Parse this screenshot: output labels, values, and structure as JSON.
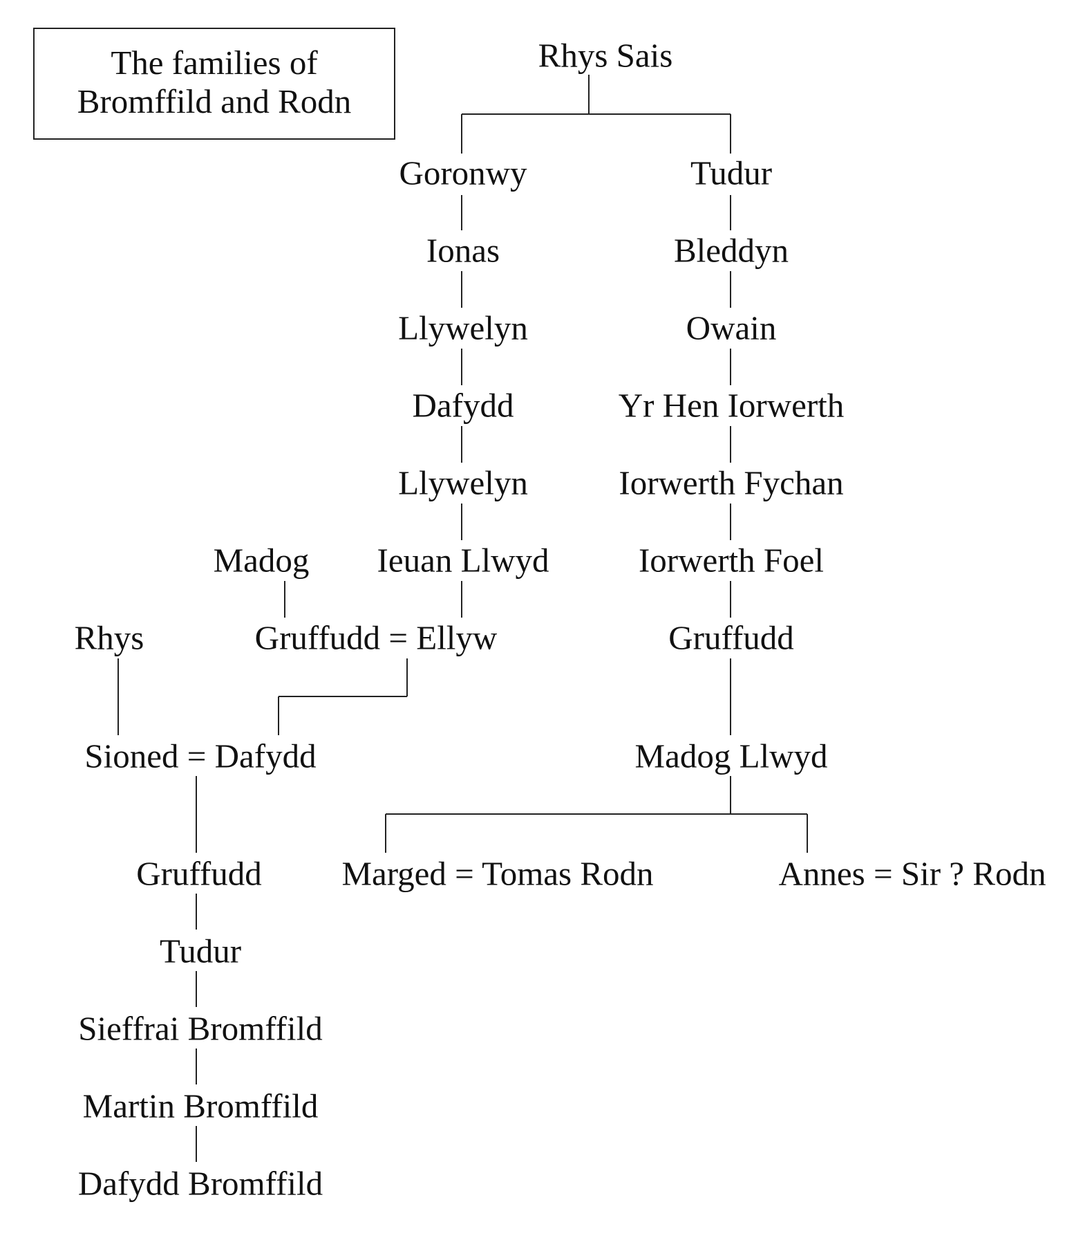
{
  "title": [
    "The families of",
    "Bromffild and Rodn"
  ],
  "people": {
    "rhys_sais": "Rhys Sais",
    "goronwy": "Goronwy",
    "tudur_1": "Tudur",
    "ionas": "Ionas",
    "bleddyn": "Bleddyn",
    "llywelyn_1": "Llywelyn",
    "owain": "Owain",
    "dafydd_1": "Dafydd",
    "yr_hen_iorwerth": "Yr Hen Iorwerth",
    "llywelyn_2": "Llywelyn",
    "iorwerth_fychan": "Iorwerth Fychan",
    "madog": "Madog",
    "ieuan_llwyd": "Ieuan Llwyd",
    "iorwerth_foel": "Iorwerth Foel",
    "rhys": "Rhys",
    "gruffudd_ellyw": "Gruffudd = Ellyw",
    "gruffudd_2": "Gruffudd",
    "sioned_dafydd": "Sioned = Dafydd",
    "madog_llwyd": "Madog Llwyd",
    "gruffudd_3": "Gruffudd",
    "marged_tomas": "Marged = Tomas Rodn",
    "annes_sir": "Annes = Sir ? Rodn",
    "tudur_2": "Tudur",
    "sieffrai": "Sieffrai Bromffild",
    "martin": "Martin Bromffild",
    "dafydd_bromffild": "Dafydd Bromffild"
  }
}
